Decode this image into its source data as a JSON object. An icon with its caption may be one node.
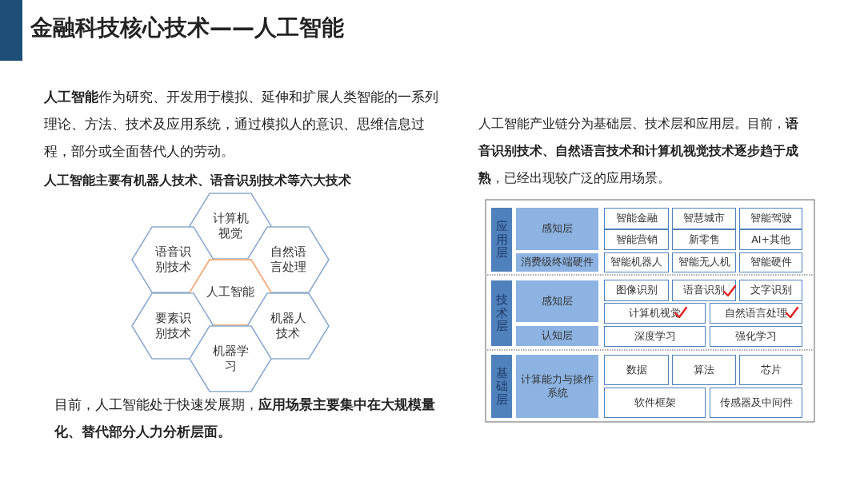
{
  "diagram": {
    "title": "金融科技核心技术——人工智能",
    "nodes": [
      {
        "text": [
          "计算机视觉"
        ]
      },
      {
        "text": [
          "语音识别技术"
        ]
      },
      {
        "text": [
          "自然语言处理"
        ]
      },
      {
        "text": [
          "人工智能"
        ]
      },
      {
        "text": [
          "要素识别技术"
        ]
      },
      {
        "text": [
          "机器人技术"
        ]
      },
      {
        "text": [
          "机器学习"
        ]
      },
      {
        "text": [
          "应用层"
        ]
      },
      {
        "text": [
          "感知层"
        ]
      },
      {
        "text": [
          "消费级终端硬件"
        ]
      },
      {
        "text": [
          "智能金融"
        ]
      },
      {
        "text": [
          "智慧城市"
        ]
      },
      {
        "text": [
          "智能驾驶"
        ]
      },
      {
        "text": [
          "智能营销"
        ]
      },
      {
        "text": [
          "新零售"
        ]
      },
      {
        "text": [
          "AI+其他"
        ]
      },
      {
        "text": [
          "智能机器人"
        ]
      },
      {
        "text": [
          "智能无人机"
        ]
      },
      {
        "text": [
          "智能硬件"
        ]
      },
      {
        "text": [
          "技术层"
        ]
      },
      {
        "text": [
          "感知层"
        ]
      },
      {
        "text": [
          "认知层"
        ]
      },
      {
        "text": [
          "图像识别"
        ]
      },
      {
        "text": [
          "语音识别"
        ]
      },
      {
        "text": [
          "文字识别"
        ]
      },
      {
        "text": [
          "计算机视觉"
        ]
      },
      {
        "text": [
          "自然语言处理"
        ]
      },
      {
        "text": [
          "深度学习"
        ]
      },
      {
        "text": [
          "强化学习"
        ]
      },
      {
        "text": [
          "基础层"
        ]
      },
      {
        "text": [
          "计算能力与操作系统"
        ]
      },
      {
        "text": [
          "数据"
        ]
      },
      {
        "text": [
          "算法"
        ]
      },
      {
        "text": [
          "芯片"
        ]
      },
      {
        "text": [
          "软件框架"
        ]
      },
      {
        "text": [
          "传感器及中间件"
        ]
      }
    ],
    "labels": [
      "**人工智能**作为研究、开发用于模拟、延伸和扩展人类智能的一系列理论、方法、技术及应用系统，通过模拟人的意识、思维信息过程，部分或全面替代人的劳动。",
      "人工智能产业链分为基础层、技术层和应用层。目前，**语音识别技术、自然语言技术和计算机视觉技术逐步趋于成熟**，已经出现较广泛的应用场景。",
      "人工智能主要有机器人技术、语音识别技术等六大技术",
      "目前，人工智能处于快速发展期，**应用场景主要集中在大规模量化、替代部分人力分析层面。**"
    ]
  }
}
